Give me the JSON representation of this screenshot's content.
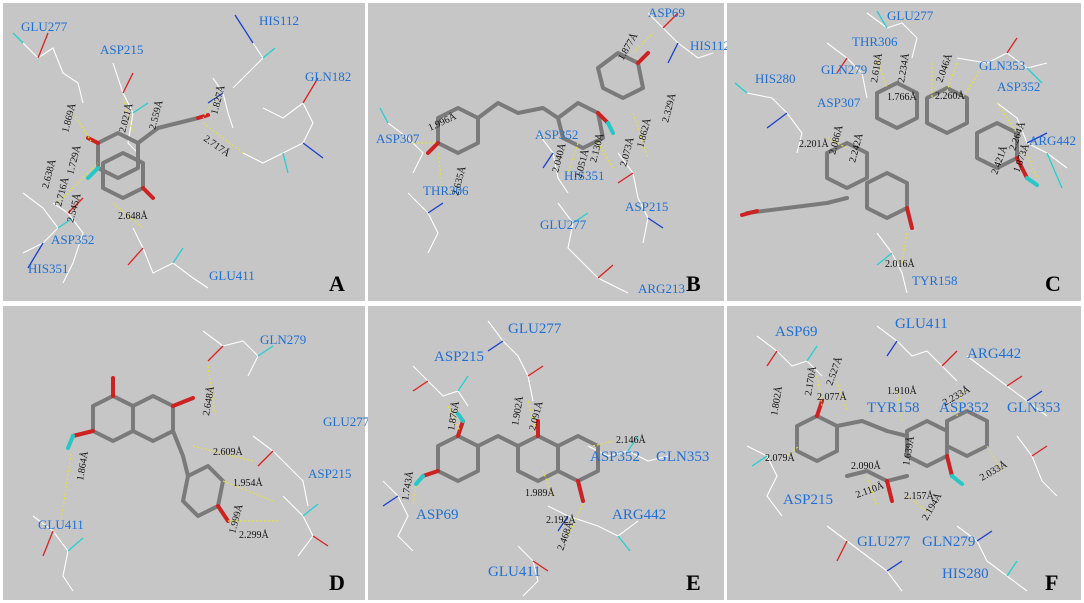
{
  "panels": {
    "A": {
      "label": "A",
      "residues": [
        "GLU277",
        "ASP215",
        "HIS112",
        "GLN182",
        "ASP352",
        "HIS351",
        "GLU411"
      ],
      "distances": [
        "1.869Å",
        "2.021Å",
        "2.559Å",
        "1.827Å",
        "2.717Å",
        "2.638Å",
        "1.729Å",
        "2.716Å",
        "2.545Å",
        "2.648Å"
      ]
    },
    "B": {
      "label": "B",
      "residues": [
        "ASP69",
        "HIS112",
        "ASP307",
        "THR306",
        "ASP352",
        "HIS351",
        "ASP215",
        "GLU277",
        "ARG213"
      ],
      "distances": [
        "1.877Å",
        "1.996Å",
        "2.635Å",
        "1.862Å",
        "2.329Å",
        "2.130Å",
        "2.040Å",
        "2.051Å",
        "2.073Å"
      ]
    },
    "C": {
      "label": "C",
      "residues": [
        "GLU277",
        "THR306",
        "HIS280",
        "GLN279",
        "GLN353",
        "ASP352",
        "ASP307",
        "ARG442",
        "TYR158"
      ],
      "distances": [
        "2.618Å",
        "2.234Å",
        "2.046Å",
        "1.766Å",
        "2.260Å",
        "2.086Å",
        "2.201Å",
        "2.242Å",
        "2.264Å",
        "2.421Å",
        "1.873Å",
        "2.016Å"
      ]
    },
    "D": {
      "label": "D",
      "residues": [
        "GLN279",
        "GLU277",
        "ASP215",
        "GLU411"
      ],
      "distances": [
        "2.648Å",
        "2.609Å",
        "1.954Å",
        "1.999Å",
        "2.299Å",
        "1.864Å"
      ]
    },
    "E": {
      "label": "E",
      "residues": [
        "GLU277",
        "ASP215",
        "ASP352",
        "GLN353",
        "ARG442",
        "ASP69",
        "GLU411"
      ],
      "distances": [
        "1.876Å",
        "1.902Å",
        "2.091Å",
        "2.146Å",
        "1.989Å",
        "1.743Å",
        "2.192Å",
        "2.468Å"
      ]
    },
    "F": {
      "label": "F",
      "residues": [
        "ASP69",
        "GLU411",
        "ARG442",
        "TYR158",
        "ASP352",
        "GLN353",
        "ASP215",
        "GLU277",
        "GLN279",
        "HIS280"
      ],
      "distances": [
        "2.527Å",
        "2.170Å",
        "2.077Å",
        "1.910Å",
        "2.233Å",
        "1.802Å",
        "2.079Å",
        "2.090Å",
        "2.110Å",
        "1.639Å",
        "2.033Å",
        "2.157Å",
        "2.194Å"
      ]
    }
  }
}
